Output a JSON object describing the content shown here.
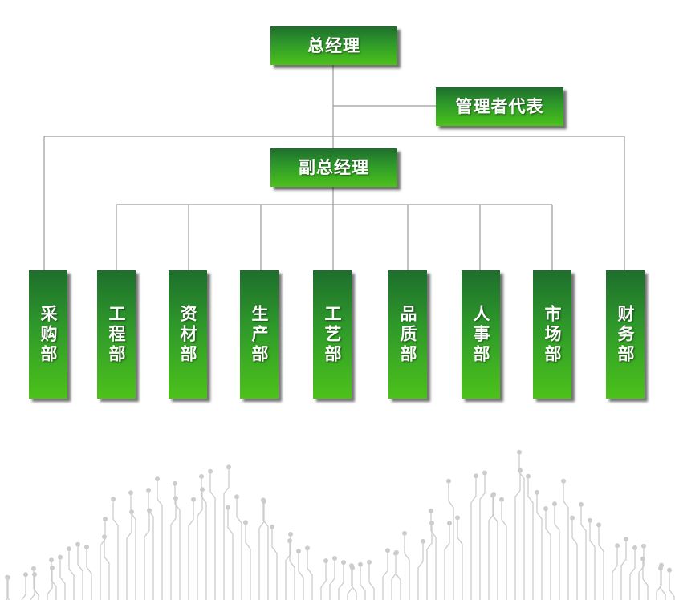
{
  "chart": {
    "root": "总经理",
    "representative": "管理者代表",
    "deputy": "副总经理",
    "departments": [
      "采购部",
      "工程部",
      "资材部",
      "生产部",
      "工艺部",
      "品质部",
      "人事部",
      "市场部",
      "财务部"
    ]
  },
  "colors": {
    "box_top": "#1d6e2c",
    "box_bottom": "#4cc21a",
    "line": "#9a9a9a",
    "circuit": "#cccccc"
  }
}
